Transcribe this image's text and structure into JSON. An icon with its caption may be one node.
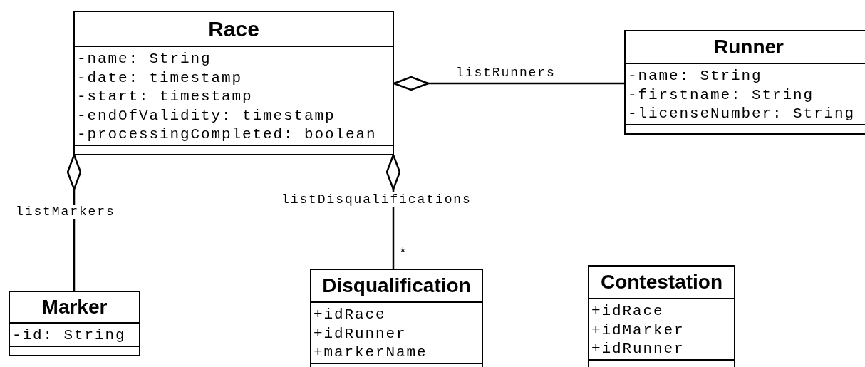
{
  "diagram": {
    "nodes": [
      {
        "text": [
          "Race",
          "-name: String",
          "-date: timestamp",
          "-start: timestamp",
          "-endOfValidity: timestamp",
          "-processingCompleted: boolean"
        ]
      },
      {
        "text": [
          "Runner",
          "-name: String",
          "-firstname: String",
          "-licenseNumber: String"
        ]
      },
      {
        "text": [
          "Marker",
          "-id: String"
        ]
      },
      {
        "text": [
          "Disqualification",
          "+idRace",
          "+idRunner",
          "+markerName"
        ]
      },
      {
        "text": [
          "Contestation",
          "+idRace",
          "+idMarker",
          "+idRunner"
        ]
      }
    ],
    "edges": [
      {
        "from": 0,
        "to": 1,
        "arrow": "other",
        "label": "listRunners"
      },
      {
        "from": 0,
        "to": 2,
        "arrow": "other",
        "label": "listMarkers"
      },
      {
        "from": 0,
        "to": 3,
        "arrow": "other",
        "label": "listDisqualifications"
      }
    ],
    "labels": [
      "*"
    ]
  }
}
